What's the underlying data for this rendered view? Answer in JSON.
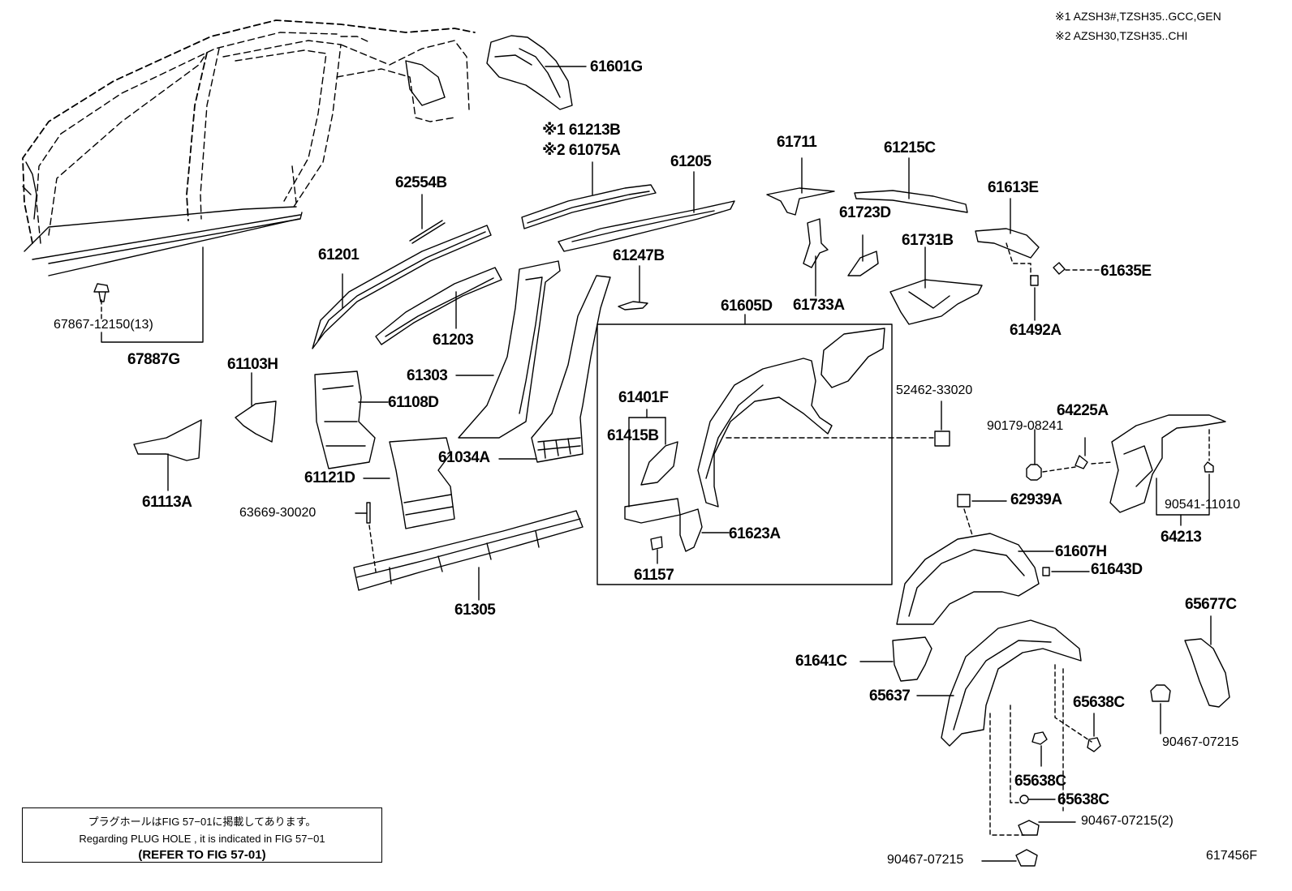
{
  "notes": {
    "note1": "※1 AZSH3#,TZSH35..GCC,GEN",
    "note2": "※2 AZSH30,TZSH35..CHI"
  },
  "figure_code": "617456F",
  "reference_box": {
    "line1": "プラグホールはFIG 57−01に掲載してあります。",
    "line2": "Regarding  PLUG  HOLE , it is indicated in  FIG  57−01",
    "line3": "(REFER TO FIG 57-01)"
  },
  "parts": {
    "p61601G": "61601G",
    "p61213B": "※1 61213B",
    "p61075A": "※2 61075A",
    "p61205": "61205",
    "p61711": "61711",
    "p61215C": "61215C",
    "p62554B": "62554B",
    "p61723D": "61723D",
    "p61613E": "61613E",
    "p61731B": "61731B",
    "p61201": "61201",
    "p61247B": "61247B",
    "p61635E": "61635E",
    "p61733A": "61733A",
    "p61605D": "61605D",
    "p61203": "61203",
    "p61492A": "61492A",
    "p67867": "67867-12150(13)",
    "p67887G": "67887G",
    "p61103H": "61103H",
    "p61303": "61303",
    "p52462": "52462-33020",
    "p61108D": "61108D",
    "p61401F": "61401F",
    "p64225A": "64225A",
    "p90179": "90179-08241",
    "p61415B": "61415B",
    "p61034A": "61034A",
    "p61121D": "61121D",
    "p62939A": "62939A",
    "p61113A": "61113A",
    "p90541": "90541-11010",
    "p63669": "63669-30020",
    "p61623A": "61623A",
    "p64213": "64213",
    "p61607H": "61607H",
    "p61157": "61157",
    "p61643D": "61643D",
    "p61305": "61305",
    "p65677C": "65677C",
    "p61641C": "61641C",
    "p65637": "65637",
    "p65638C_a": "65638C",
    "p90467_a": "90467-07215",
    "p65638C_b": "65638C",
    "p65638C_c": "65638C",
    "p90467_b": "90467-07215(2)",
    "p90467_c": "90467-07215"
  }
}
